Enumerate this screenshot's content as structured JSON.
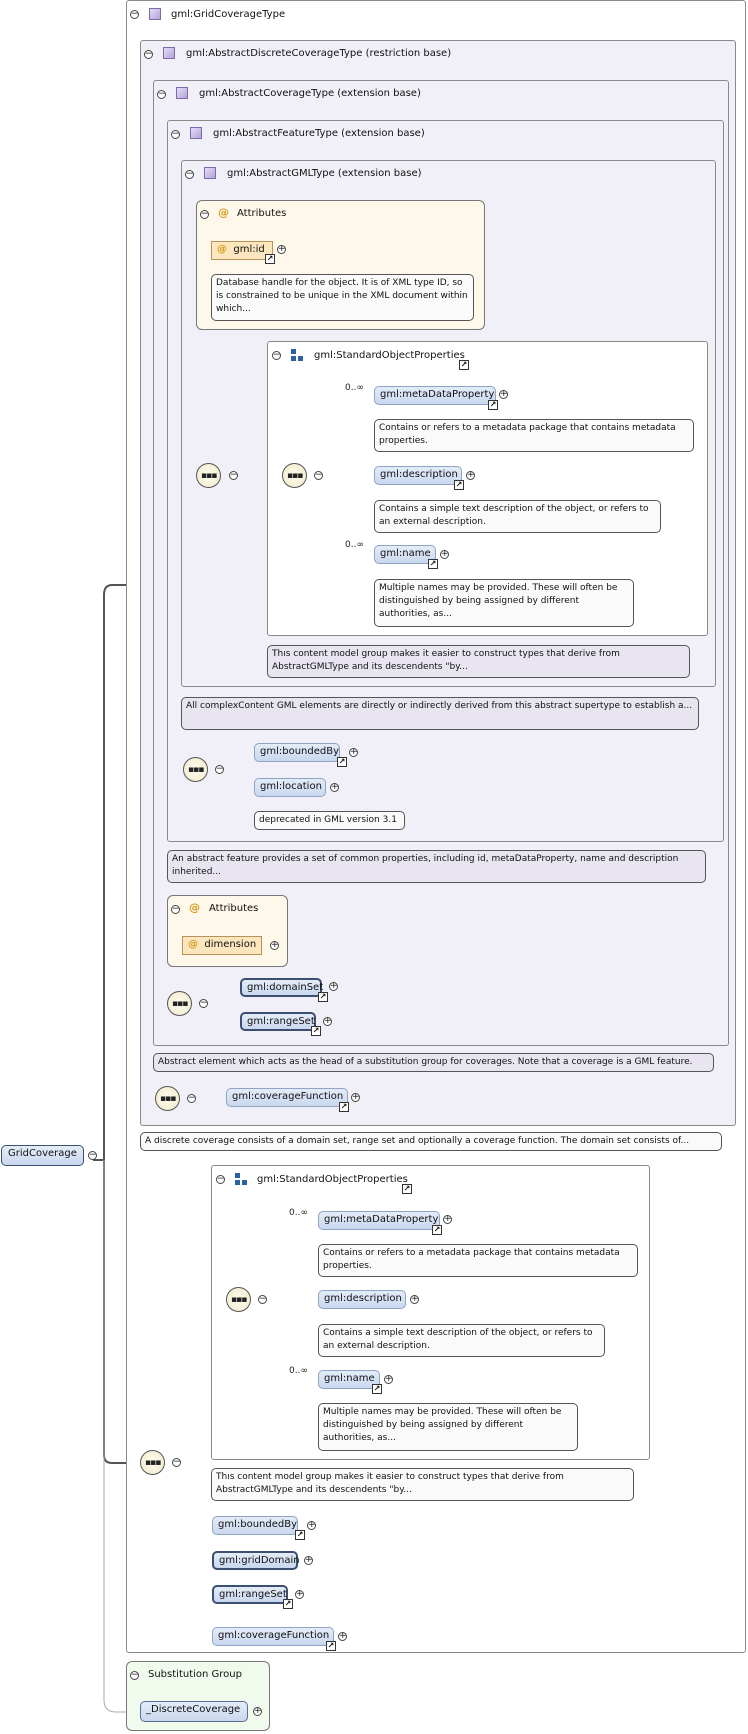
{
  "root": {
    "label": "GridCoverage"
  },
  "types": {
    "grid": "gml:GridCoverageType",
    "discrete": "gml:AbstractDiscreteCoverageType (restriction base)",
    "coverage": "gml:AbstractCoverageType (extension base)",
    "feature": "gml:AbstractFeatureType (extension base)",
    "gml": "gml:AbstractGMLType (extension base)"
  },
  "attributes": {
    "title": "Attributes",
    "gml_id": "gml:id",
    "gml_id_note": "Database handle for the object. It is of XML type ID, so is constrained to be unique in the XML document within which...",
    "dimension": "dimension"
  },
  "sop1": {
    "title": "gml:StandardObjectProperties",
    "metaDataProperty": "gml:metaDataProperty",
    "metaDataProperty_note": "Contains or refers to a metadata package that contains metadata properties.",
    "description": "gml:description",
    "description_note": "Contains a simple text description of the object, or refers to an external description.",
    "name": "gml:name",
    "name_note": "Multiple names may be provided. These will often be distinguished by being assigned by different authorities, as...",
    "card_meta": "0..∞",
    "card_name": "0..∞",
    "group_note": "This content model group makes it easier to construct types that derive from AbstractGMLType and its descendents \"by..."
  },
  "gml_type_note": "All complexContent GML elements are directly or indirectly derived from this abstract supertype to establish a...",
  "feature_elems": {
    "boundedBy": "gml:boundedBy",
    "location": "gml:location",
    "location_note": "deprecated in GML version 3.1",
    "feature_note": "An abstract feature provides a set of common properties, including id, metaDataProperty, name and description inherited..."
  },
  "coverage_elems": {
    "domainSet": "gml:domainSet",
    "rangeSet": "gml:rangeSet",
    "coverage_note": "Abstract element which acts as the head of a substitution group for coverages. Note that a coverage is a GML feature."
  },
  "discrete_elems": {
    "coverageFunction": "gml:coverageFunction",
    "discrete_note": "A discrete coverage consists of a domain set, range set and optionally a coverage function. The domain set consists of..."
  },
  "sop2": {
    "title": "gml:StandardObjectProperties",
    "metaDataProperty": "gml:metaDataProperty",
    "metaDataProperty_note": "Contains or refers to a metadata package that contains metadata properties.",
    "description": "gml:description",
    "description_note": "Contains a simple text description of the object, or refers to an external description.",
    "name": "gml:name",
    "name_note": "Multiple names may be provided. These will often be distinguished by being assigned by different authorities, as...",
    "card_meta": "0..∞",
    "card_name": "0..∞",
    "group_note": "This content model group makes it easier to construct types that derive from AbstractGMLType and its descendents \"by..."
  },
  "grid_elems": {
    "boundedBy": "gml:boundedBy",
    "gridDomain": "gml:gridDomain",
    "rangeSet": "gml:rangeSet",
    "coverageFunction": "gml:coverageFunction"
  },
  "substitution": {
    "title": "Substitution Group",
    "item": "_DiscreteCoverage"
  },
  "icons": {
    "collapse": "−",
    "expand": "+",
    "reference": "↗",
    "sequence": "▪▪▪",
    "attribute": "@"
  }
}
